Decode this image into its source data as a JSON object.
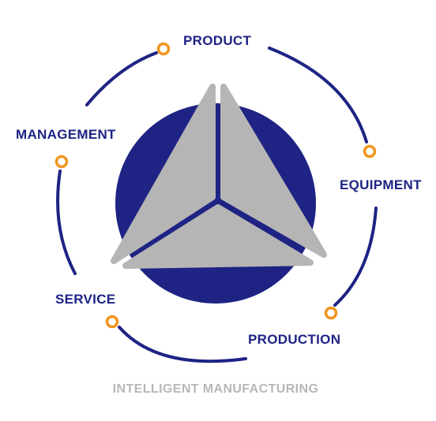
{
  "colors": {
    "navy": "#1e2384",
    "gray": "#b5b5b5",
    "orange": "#f0961e",
    "caption": "#b7b7b7"
  },
  "labels": {
    "product": "PRODUCT",
    "equipment": "EQUIPMENT",
    "production": "PRODUCTION",
    "service": "SERVICE",
    "management": "MANAGEMENT"
  },
  "caption": "INTELLIGENT MANUFACTURING"
}
